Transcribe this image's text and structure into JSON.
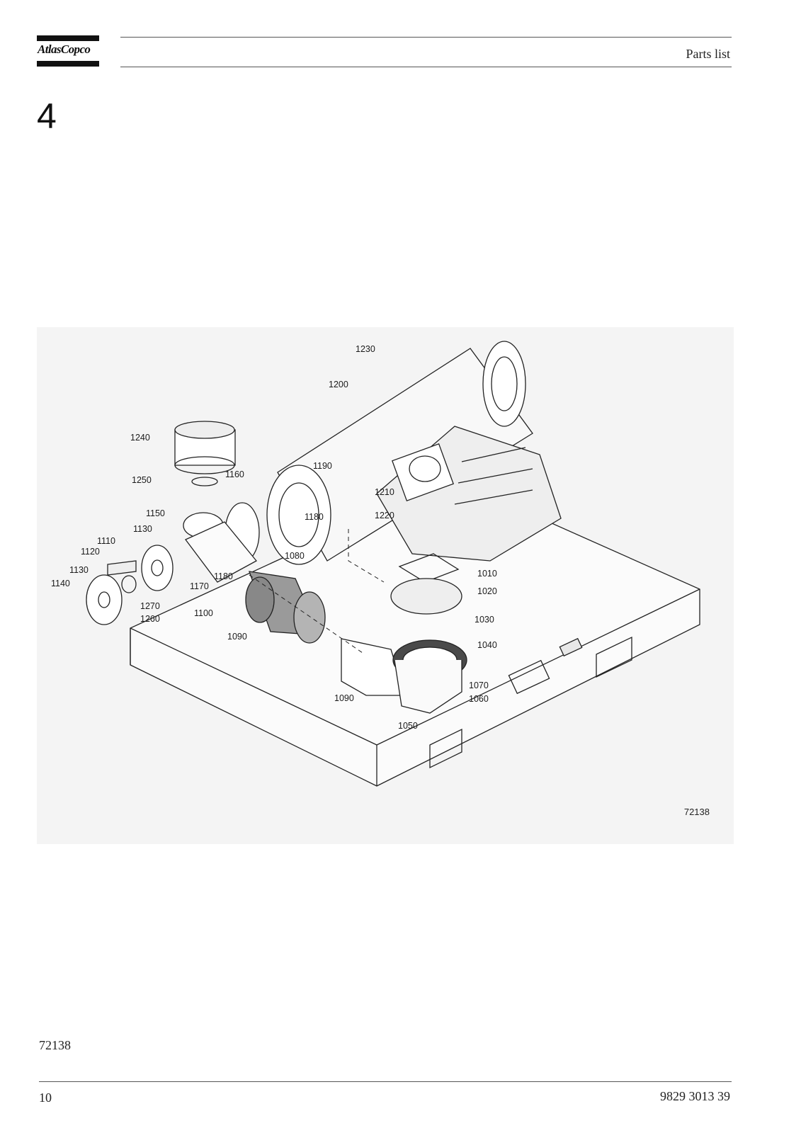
{
  "header": {
    "brand": "AtlasCopco",
    "title": "Parts list"
  },
  "chapter_number": "4",
  "figure": {
    "code": "72138",
    "callouts": [
      "1230",
      "1200",
      "1240",
      "1250",
      "1160",
      "1190",
      "1210",
      "1220",
      "1180",
      "1150",
      "1130",
      "1110",
      "1120",
      "1130",
      "1140",
      "1170",
      "1180",
      "1080",
      "1010",
      "1020",
      "1270",
      "1100",
      "1260",
      "1090",
      "1030",
      "1040",
      "1070",
      "1060",
      "1090",
      "1050"
    ]
  },
  "caption": "72138",
  "footer": {
    "page_number": "10",
    "doc_number": "9829 3013 39"
  }
}
